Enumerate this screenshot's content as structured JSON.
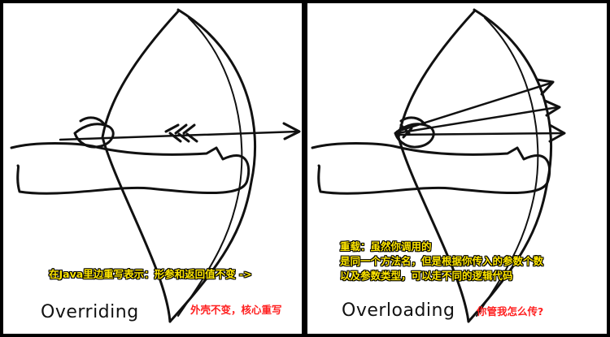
{
  "left_panel": {
    "caption": "Overriding",
    "annotation_yellow": "在Java里边重写表示：形参和返回值不变 ->",
    "annotation_red": "外壳不变，核心重写"
  },
  "right_panel": {
    "caption": "Overloading",
    "annotation_yellow_line1": "重载：虽然你调用的",
    "annotation_yellow_line2": "是同一个方法名，但是根据你传入的参数个数",
    "annotation_yellow_line3": "以及参数类型，可以走不同的逻辑代码",
    "annotation_red": "你管我怎么传?"
  }
}
